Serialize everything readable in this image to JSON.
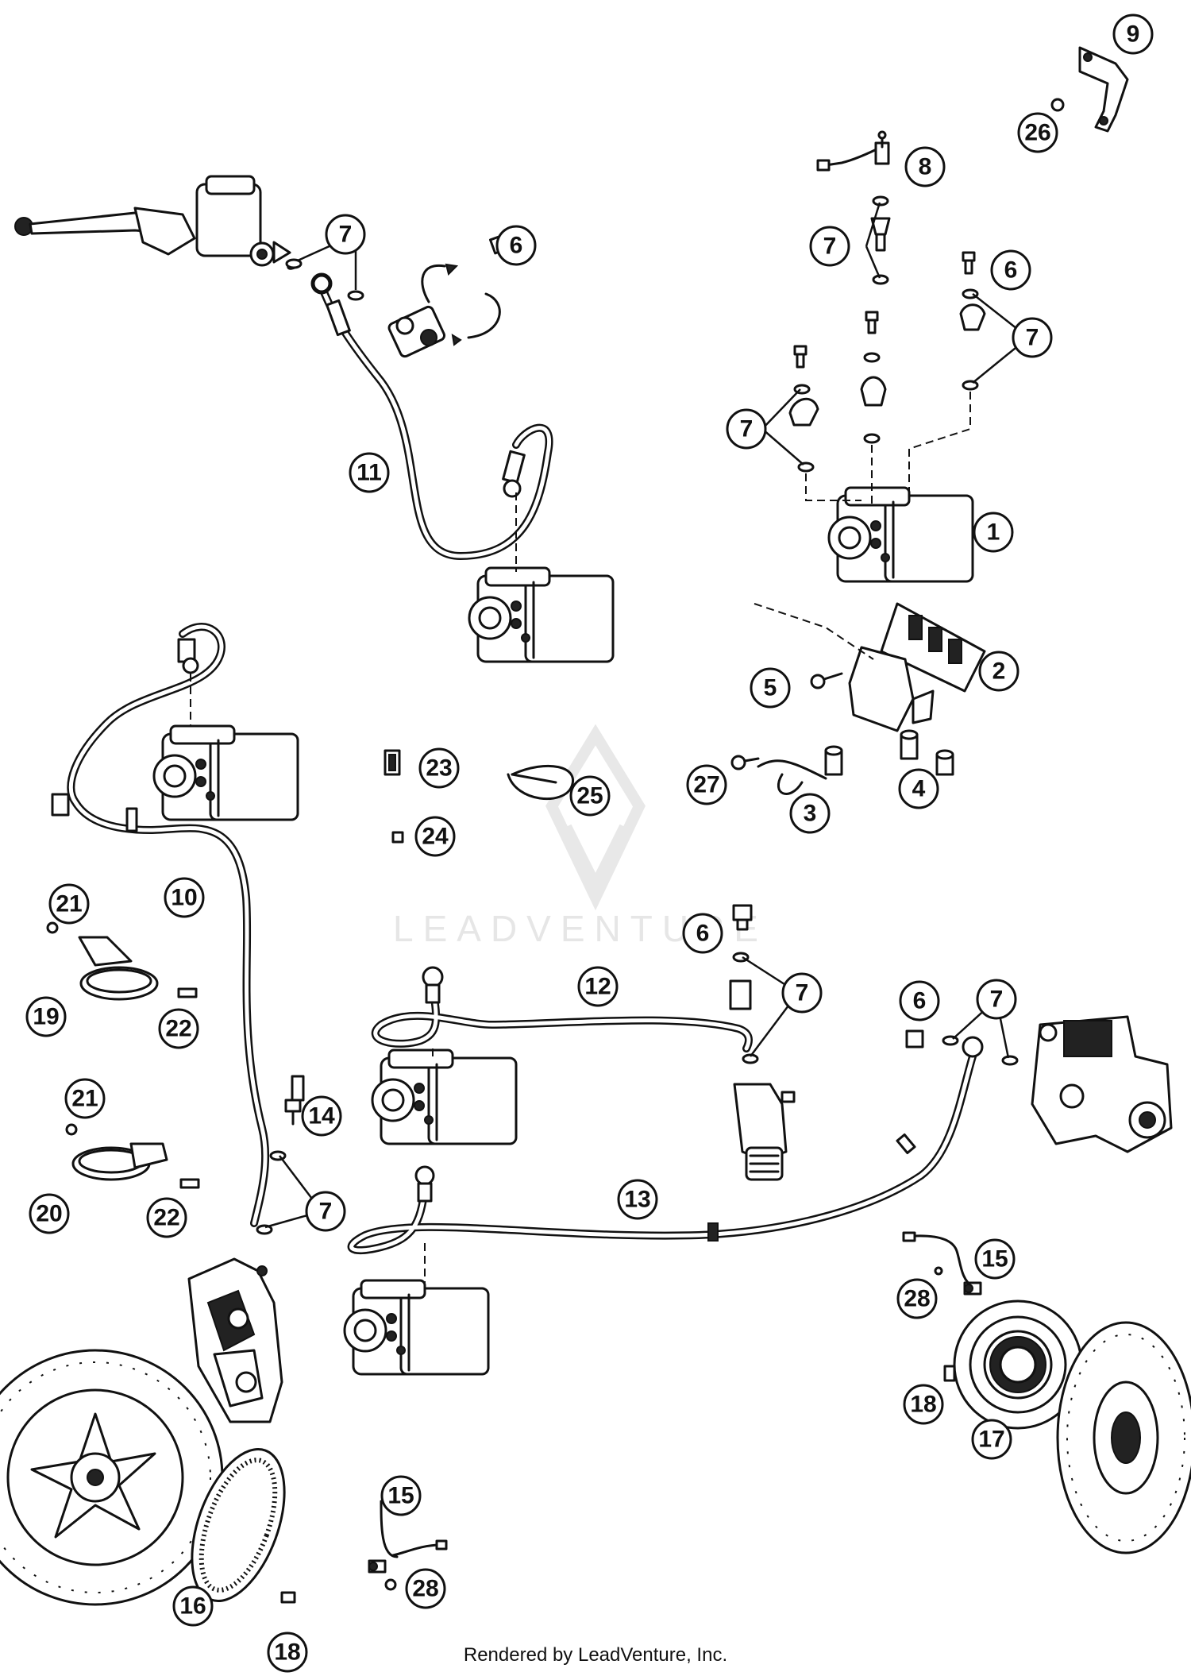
{
  "watermark": {
    "brand": "LEADVENTURE"
  },
  "footer": {
    "credit": "Rendered by LeadVenture, Inc."
  },
  "callouts": [
    {
      "id": "c1",
      "label": "1"
    },
    {
      "id": "c2",
      "label": "2"
    },
    {
      "id": "c3",
      "label": "3"
    },
    {
      "id": "c4",
      "label": "4"
    },
    {
      "id": "c5",
      "label": "5"
    },
    {
      "id": "c6a",
      "label": "6"
    },
    {
      "id": "c6b",
      "label": "6"
    },
    {
      "id": "c6c",
      "label": "6"
    },
    {
      "id": "c6d",
      "label": "6"
    },
    {
      "id": "c7a",
      "label": "7"
    },
    {
      "id": "c7b",
      "label": "7"
    },
    {
      "id": "c7c",
      "label": "7"
    },
    {
      "id": "c7d",
      "label": "7"
    },
    {
      "id": "c7e",
      "label": "7"
    },
    {
      "id": "c7f",
      "label": "7"
    },
    {
      "id": "c7g",
      "label": "7"
    },
    {
      "id": "c8",
      "label": "8"
    },
    {
      "id": "c9",
      "label": "9"
    },
    {
      "id": "c10",
      "label": "10"
    },
    {
      "id": "c11",
      "label": "11"
    },
    {
      "id": "c12",
      "label": "12"
    },
    {
      "id": "c13",
      "label": "13"
    },
    {
      "id": "c14",
      "label": "14"
    },
    {
      "id": "c15a",
      "label": "15"
    },
    {
      "id": "c15b",
      "label": "15"
    },
    {
      "id": "c16",
      "label": "16"
    },
    {
      "id": "c17",
      "label": "17"
    },
    {
      "id": "c18a",
      "label": "18"
    },
    {
      "id": "c18b",
      "label": "18"
    },
    {
      "id": "c19",
      "label": "19"
    },
    {
      "id": "c20",
      "label": "20"
    },
    {
      "id": "c21a",
      "label": "21"
    },
    {
      "id": "c21b",
      "label": "21"
    },
    {
      "id": "c22a",
      "label": "22"
    },
    {
      "id": "c22b",
      "label": "22"
    },
    {
      "id": "c23",
      "label": "23"
    },
    {
      "id": "c24",
      "label": "24"
    },
    {
      "id": "c25",
      "label": "25"
    },
    {
      "id": "c26",
      "label": "26"
    },
    {
      "id": "c27",
      "label": "27"
    },
    {
      "id": "c28a",
      "label": "28"
    },
    {
      "id": "c28b",
      "label": "28"
    }
  ]
}
